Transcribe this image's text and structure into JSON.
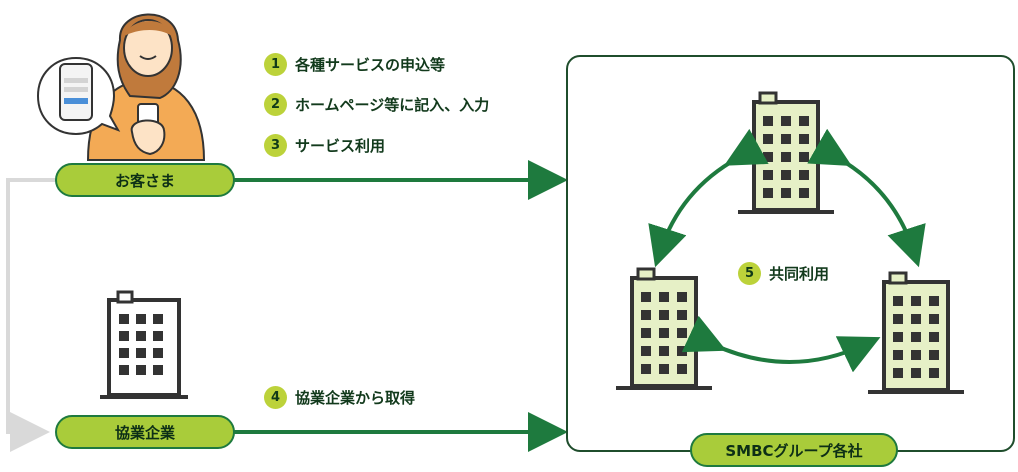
{
  "steps": {
    "s1": {
      "num": "1",
      "label": "各種サービスの申込等"
    },
    "s2": {
      "num": "2",
      "label": "ホームページ等に記入、入力"
    },
    "s3": {
      "num": "3",
      "label": "サービス利用"
    },
    "s4": {
      "num": "4",
      "label": "協業企業から取得"
    },
    "s5": {
      "num": "5",
      "label": "共同利用"
    }
  },
  "nodes": {
    "customer": "お客さま",
    "partner": "協業企業",
    "smbc": "SMBCグループ各社"
  },
  "colors": {
    "accent_green": "#1e7a3e",
    "pill_lime": "#a9cc3a",
    "badge_lime": "#bcd23a",
    "building_fill": "#e6f0c6",
    "building_dark": "#2b2b2b",
    "connector_gray": "#d9d9d9"
  },
  "icons": [
    "person-with-phone-icon",
    "phone-screen-bubble-icon",
    "building-icon"
  ]
}
